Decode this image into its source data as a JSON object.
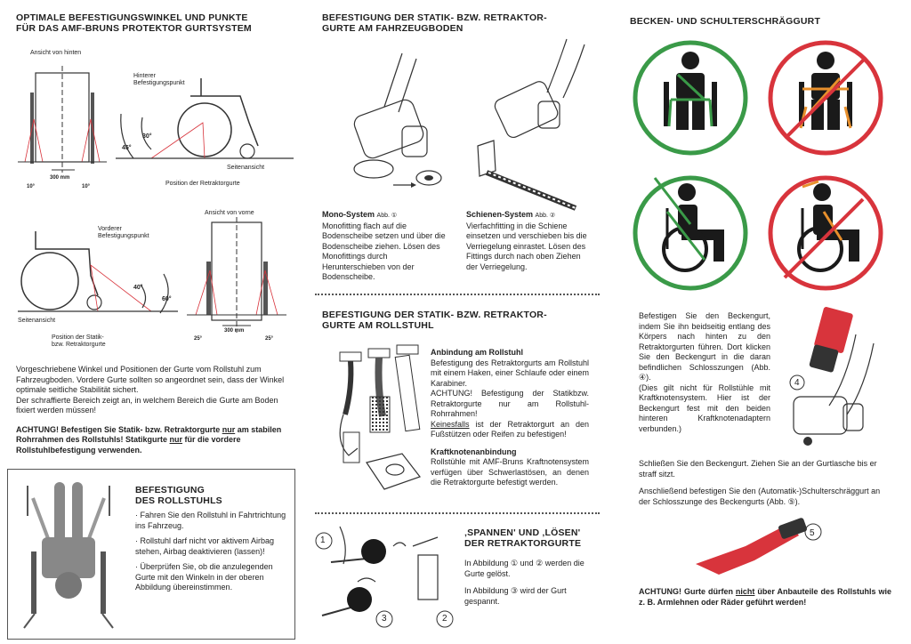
{
  "left": {
    "title1": "OPTIMALE BEFESTIGUNGSWINKEL UND PUNKTE",
    "title2": "FÜR DAS AMF-BRUNS PROTEKTOR GURTSYSTEM",
    "view_back": "Ansicht von hinten",
    "rear_point1": "Hinterer",
    "rear_point2": "Befestigungspunkt",
    "angle30": "30°",
    "angle45": "45°",
    "side_view1": "Seitenansicht",
    "position_retractor": "Position der Retraktorgurte",
    "dim_10a": "10°",
    "dim_300a": "300 mm",
    "dim_10b": "10°",
    "view_front": "Ansicht von vorne",
    "front_point1": "Vorderer",
    "front_point2": "Befestigungspunkt",
    "angle40": "40°",
    "angle60": "60°",
    "side_view2": "Seitenansicht",
    "position_static1": "Position der Statik-",
    "position_static2": "bzw. Retraktorgurte",
    "dim_25a": "25°",
    "dim_300b": "300 mm",
    "dim_25b": "25°",
    "para1": "Vorgeschriebene Winkel und Positionen der Gurte vom Rollstuhl zum Fahrzeugboden. Vordere Gurte sollten so angeordnet sein, dass der Winkel optimale seitliche Stabilität sichert.",
    "para2": "Der schraffierte Bereich zeigt an, in welchem Bereich die Gurte am Boden fixiert werden müssen!",
    "warn_a": "ACHTUNG! Befestigen Sie Statik- bzw. Retraktorgurte ",
    "warn_nur1": "nur",
    "warn_b": " am stabilen Rohrrahmen des Rollstuhls! Statikgurte ",
    "warn_nur2": "nur",
    "warn_c": " für die vordere Rollstuhlbefestigung verwenden.",
    "box_title1": "BEFESTIGUNG",
    "box_title2": "DES ROLLSTUHLS",
    "box_items": [
      "· Fahren Sie den Rollstuhl in Fahrtrichtung ins Fahrzeug.",
      "· Rollstuhl darf nicht vor aktivem Airbag stehen, Airbag deaktivieren (lassen)!",
      "· Überprüfen Sie, ob die anzulegenden Gurte mit den Winkeln in der oberen Abbildung übereinstimmen."
    ]
  },
  "middle": {
    "title1": "BEFESTIGUNG DER STATIK- BZW. RETRAKTOR-",
    "title2": "GURTE AM FAHRZEUGBODEN",
    "mono_title": "Mono-System",
    "mono_abb": "Abb. ①",
    "mono_text": "Monofitting flach auf die Bodenscheibe setzen und über die Bodenscheibe ziehen. Lösen des Monofittings durch Herunterschieben von der Bodenscheibe.",
    "rail_title": "Schienen-System",
    "rail_abb": "Abb. ②",
    "rail_text": "Vierfachfitting in die Schiene einsetzen und verschieben bis die Verriegelung einrastet. Lösen des Fittings durch nach oben Ziehen der Verriegelung.",
    "title3": "BEFESTIGUNG DER STATIK- BZW. RETRAKTOR-",
    "title4": "GURTE AM ROLLSTUHL",
    "anb_title": "Anbindung am Rollstuhl",
    "anb_text1": "Befestigung des Retraktorgurts am Rollstuhl mit einem Haken, einer Schlaufe oder einem Karabiner.",
    "anb_text2": "ACHTUNG! Befestigung der Statikbzw. Retraktorgurte nur am Rollstuhl-Rohrrahmen!",
    "anb_text3a": "Keinesfalls",
    "anb_text3b": " ist der Retraktorgurt an den Fußstützen oder Reifen zu befestigen!",
    "kraft_title": "Kraftknotenanbindung",
    "kraft_text": "Rollstühle mit AMF-Bruns Kraftnotensystem verfügen über Schwerlastösen, an denen die Retraktorgurte befestigt werden.",
    "title5": "‚SPANNEN' UND ‚LÖSEN'",
    "title6": "DER RETRAKTORGURTE",
    "span_text1": "In Abbildung ① und ② werden die Gurte gelöst.",
    "span_text2": "In Abbildung ③ wird der Gurt gespannt.",
    "num1": "1",
    "num2": "2",
    "num3": "3"
  },
  "right": {
    "title": "BECKEN- UND SCHULTERSCHRÄGGURT",
    "para1": "Befestigen Sie den Beckengurt, indem Sie ihn beidseitig entlang des Körpers nach hinten zu den Retraktorgurten führen. Dort klicken Sie den Beckengurt in die daran befindlichen Schlosszungen (Abb. ④).",
    "para2": "(Dies gilt nicht für Rollstühle mit Kraftknotensystem. Hier ist der Beckengurt fest mit den beiden hinteren Kraftknotenadaptern verbunden.)",
    "para3": "Schließen Sie den Beckengurt. Ziehen Sie an der Gurtlasche bis er straff sitzt.",
    "para4": "Anschließend befestigen Sie den (Automatik-)Schulterschräggurt an der Schlosszunge des Beckengurts (Abb. ⑤).",
    "num4": "4",
    "num5": "5",
    "warn_a": "ACHTUNG! Gurte dürfen ",
    "warn_nicht": "nicht",
    "warn_b": " über Anbauteile des Rollstuhls wie z. B. Armlehnen oder Räder geführt werden!"
  },
  "colors": {
    "green": "#3a9a48",
    "red": "#d8343c",
    "orange": "#e8902c",
    "pink": "#e85a6a"
  }
}
